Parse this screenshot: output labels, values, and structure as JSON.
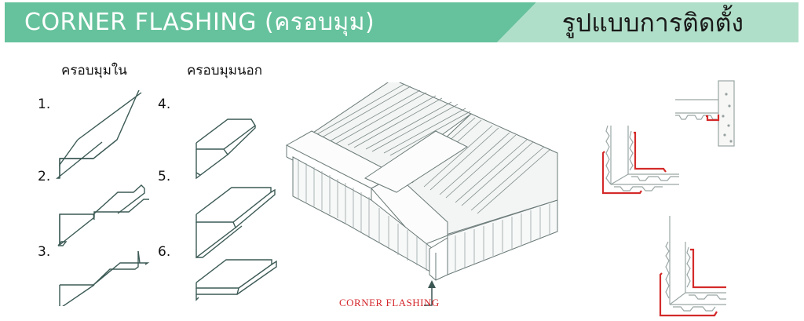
{
  "header": {
    "title": "CORNER FLASHING (ครอบมุม)",
    "subtitle": "รูปแบบการติดตั้ง",
    "colors": {
      "primary": "#66c29c",
      "secondary": "#b0dfc9"
    }
  },
  "profiles": {
    "inner_label": "ครอบมุมใน",
    "outer_label": "ครอบมุมนอก",
    "items": [
      {
        "number": "1.",
        "group": "inner"
      },
      {
        "number": "2.",
        "group": "inner"
      },
      {
        "number": "3.",
        "group": "inner"
      },
      {
        "number": "4.",
        "group": "outer"
      },
      {
        "number": "5.",
        "group": "outer"
      },
      {
        "number": "6.",
        "group": "outer"
      }
    ]
  },
  "building": {
    "callout_label": "CORNER FLASHING",
    "callout_color": "#d4262b"
  },
  "details": {
    "flashing_color": "#d42a2a"
  }
}
